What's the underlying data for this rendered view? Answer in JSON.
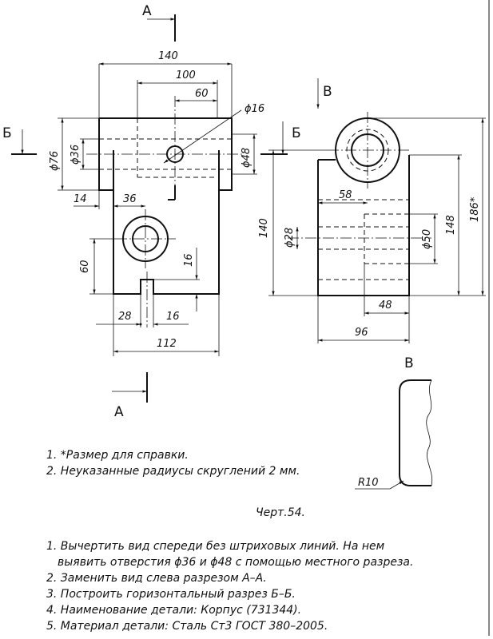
{
  "labels": {
    "section_a_top": "A",
    "section_a_bottom": "A",
    "section_b_left": "Б",
    "section_b_right": "Б",
    "view_v_arrow": "B",
    "view_v_detail": "B"
  },
  "dimensions": {
    "d140_top": "140",
    "d100": "100",
    "d60_top": "60",
    "d_phi16": "ϕ16",
    "d_phi76": "ϕ76",
    "d_phi36_left": "ϕ36",
    "d_phi48": "ϕ48",
    "d14": "14",
    "d36": "36",
    "d60_left": "60",
    "d16_right": "16",
    "d28": "28",
    "d16_bottom": "16",
    "d112": "112",
    "d58": "58",
    "d140_side": "140",
    "d_phi28": "ϕ28",
    "d_phi50": "ϕ50",
    "d148": "148",
    "d186": "186*",
    "d48": "48",
    "d96": "96",
    "r10": "R10"
  },
  "notes": [
    "1. *Размер для справки.",
    "2. Неуказанные радиусы скруглений 2 мм."
  ],
  "caption": "Черт.54.",
  "tasks": [
    "1. Вычертить вид спереди без штриховых линий. На нем",
    "выявить отверстия ϕ36  и ϕ48 с помощью местного разреза.",
    "2. Заменить вид слева разрезом А–А.",
    "3. Построить горизонтальный разрез Б–Б.",
    "4. Наименование детали: Корпус (731344).",
    "5. Материал детали: Сталь Ст3 ГОСТ 380–2005."
  ]
}
